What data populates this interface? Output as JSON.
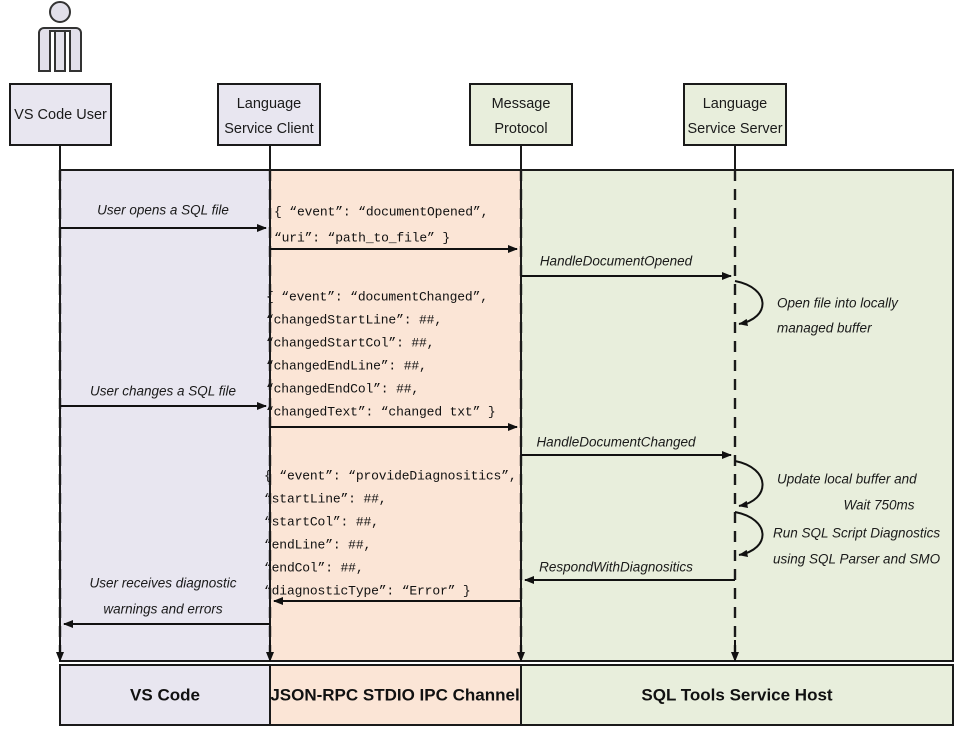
{
  "diagram": {
    "title": "SQL Tools Service Language Service Sequence Diagram",
    "colors": {
      "vscode_band": "#e8e6f0",
      "ipc_band": "#fbe5d6",
      "service_band": "#e8eedc",
      "stroke": "#1a1a1a",
      "actor_fill": "#e2e0ea"
    }
  },
  "actors": [
    {
      "id": "user",
      "line1": "VS Code User",
      "line2": ""
    },
    {
      "id": "client",
      "line1": "Language",
      "line2": "Service Client"
    },
    {
      "id": "protocol",
      "line1": "Message",
      "line2": "Protocol"
    },
    {
      "id": "server",
      "line1": "Language",
      "line2": "Service Server"
    }
  ],
  "bands": [
    {
      "id": "vscode",
      "label": "VS Code",
      "color": "#e8e6f0"
    },
    {
      "id": "ipc",
      "label": "JSON-RPC STDIO IPC Channel",
      "color": "#fbe5d6"
    },
    {
      "id": "service",
      "label": "SQL Tools Service Host",
      "color": "#e8eedc"
    }
  ],
  "messages": {
    "user_opens": "User opens a SQL file",
    "user_changes": "User changes a SQL file",
    "user_receives_line1": "User receives diagnostic",
    "user_receives_line2": "warnings and errors",
    "handle_document_opened": "HandleDocumentOpened",
    "handle_document_changed": "HandleDocumentChanged",
    "respond_with_diagnostics": "RespondWithDiagnositics"
  },
  "self_calls": [
    {
      "id": "open-buffer",
      "line1": "Open file into locally",
      "line2": "managed buffer"
    },
    {
      "id": "update-buffer",
      "line1": "Update local buffer and",
      "line2": "Wait 750ms"
    },
    {
      "id": "run-diagnostics",
      "line1": "Run SQL Script Diagnostics",
      "line2": "using SQL Parser and SMO"
    }
  ],
  "payloads": {
    "document_opened": [
      "{ “event”: “documentOpened”,",
      "  “uri”: “path_to_file” }"
    ],
    "document_changed": [
      "{ “event”: “documentChanged”,",
      "  “changedStartLine”: ##,",
      "  “changedStartCol”: ##,",
      "  “changedEndLine”: ##,",
      "  “changedEndCol”: ##,",
      "  “changedText”: “changed txt” }"
    ],
    "provide_diagnostics": [
      "{ “event”: “provideDiagnositics”,",
      "  “startLine”: ##,",
      "  “startCol”: ##,",
      "  “endLine”: ##,",
      "  “endCol”: ##,",
      "  “diagnosticType”: “Error” }"
    ]
  }
}
